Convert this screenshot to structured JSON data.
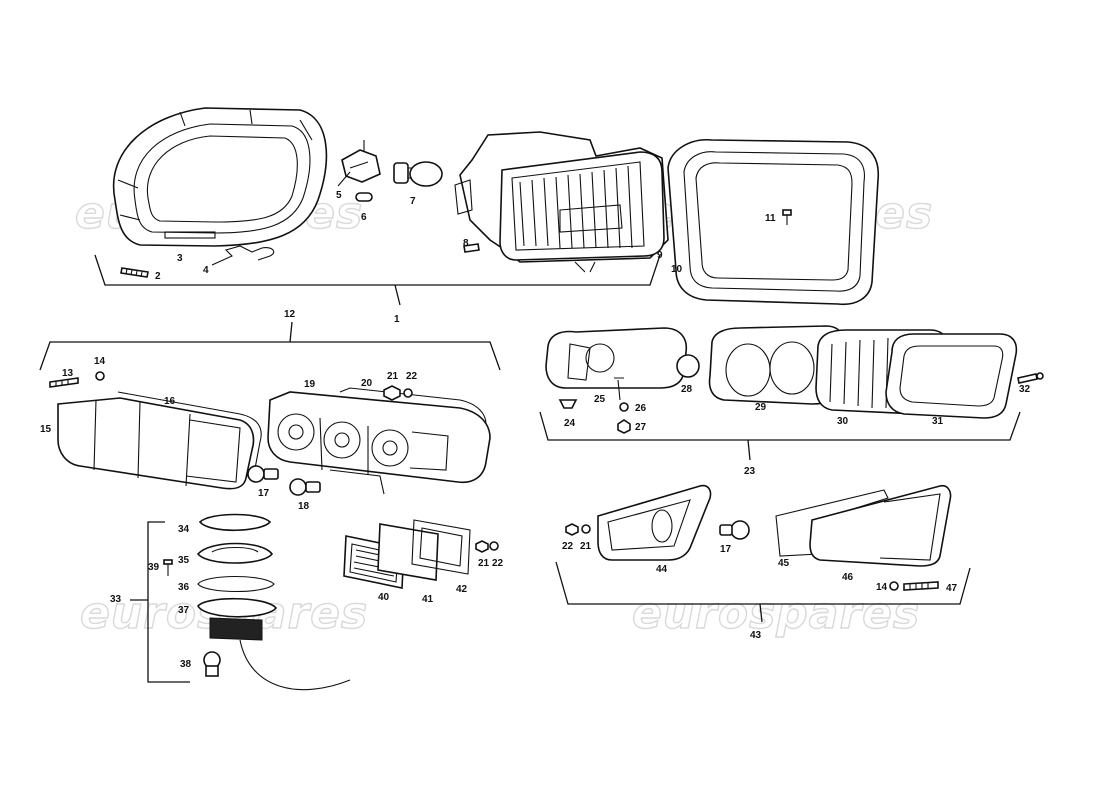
{
  "watermark": {
    "text": "eurospares"
  },
  "part_numbers": [
    "1",
    "2",
    "3",
    "4",
    "5",
    "6",
    "7",
    "8",
    "9",
    "10",
    "11",
    "12",
    "13",
    "14",
    "15",
    "16",
    "17",
    "18",
    "19",
    "20",
    "21",
    "22",
    "23",
    "24",
    "25",
    "26",
    "27",
    "28",
    "29",
    "30",
    "31",
    "32",
    "33",
    "34",
    "35",
    "36",
    "37",
    "38",
    "39",
    "40",
    "41",
    "42",
    "43",
    "44",
    "45",
    "46",
    "47"
  ],
  "extra_labels": {
    "a": "21",
    "b": "22",
    "c": "21",
    "d": "22",
    "e": "22",
    "f": "21",
    "g": "17",
    "h": "14"
  }
}
